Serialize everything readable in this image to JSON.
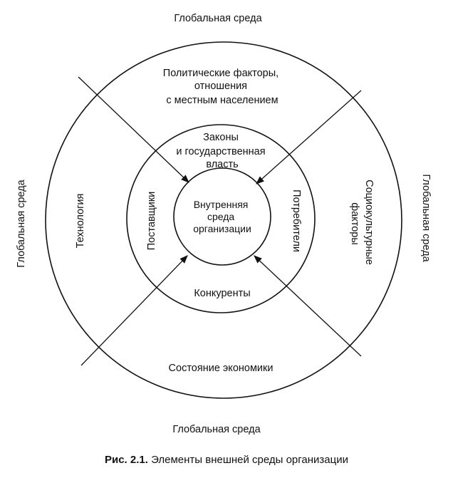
{
  "diagram": {
    "outer": {
      "top": "Глобальная среда",
      "bottom": "Глобальная среда",
      "left": "Глобальная среда",
      "right": "Глобальная среда"
    },
    "ring1": {
      "top_lines": [
        "Политические факторы,",
        "отношения",
        "с местным населением"
      ],
      "left": "Технология",
      "right_lines": [
        "Социокультурные",
        "факторы"
      ],
      "bottom": "Состояние экономики"
    },
    "ring2": {
      "top_lines": [
        "Законы",
        "и государственная",
        "власть"
      ],
      "left": "Поставщики",
      "right": "Потребители",
      "bottom": "Конкуренты"
    },
    "core": {
      "lines": [
        "Внутренняя",
        "среда",
        "организации"
      ]
    }
  },
  "caption": {
    "label": "Рис. 2.1.",
    "text": "Элементы внешней среды организации"
  }
}
